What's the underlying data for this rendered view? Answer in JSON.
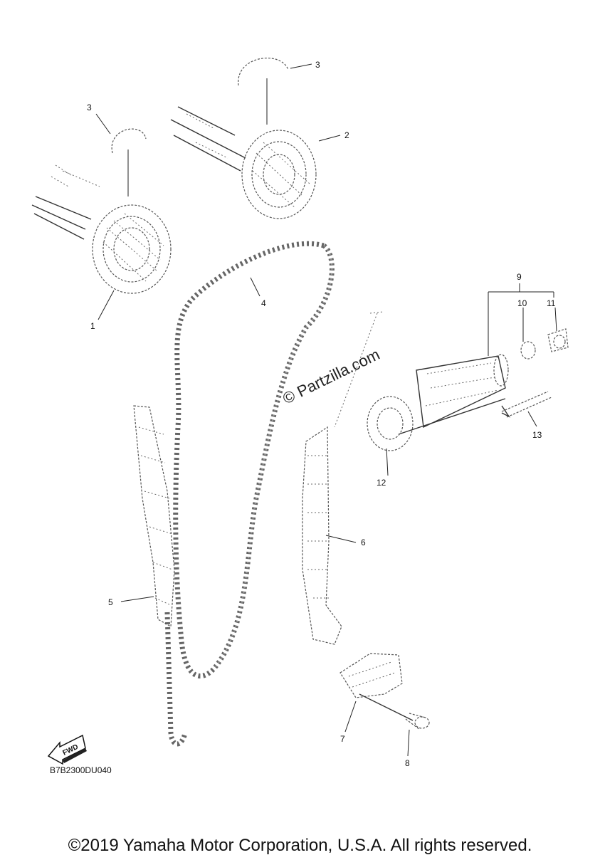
{
  "diagram": {
    "callouts": {
      "c1": "1",
      "c2": "2",
      "c3a": "3",
      "c3b": "3",
      "c4": "4",
      "c5": "5",
      "c6": "6",
      "c7": "7",
      "c8": "8",
      "c9": "9",
      "c10": "10",
      "c11": "11",
      "c12": "12",
      "c13": "13"
    },
    "watermark": "© Partzilla.com",
    "fwd_label": "FWD",
    "diagram_code": "B7B2300DU040"
  },
  "footer": {
    "copyright": "©2019 Yamaha Motor Corporation, U.S.A. All rights reserved."
  }
}
